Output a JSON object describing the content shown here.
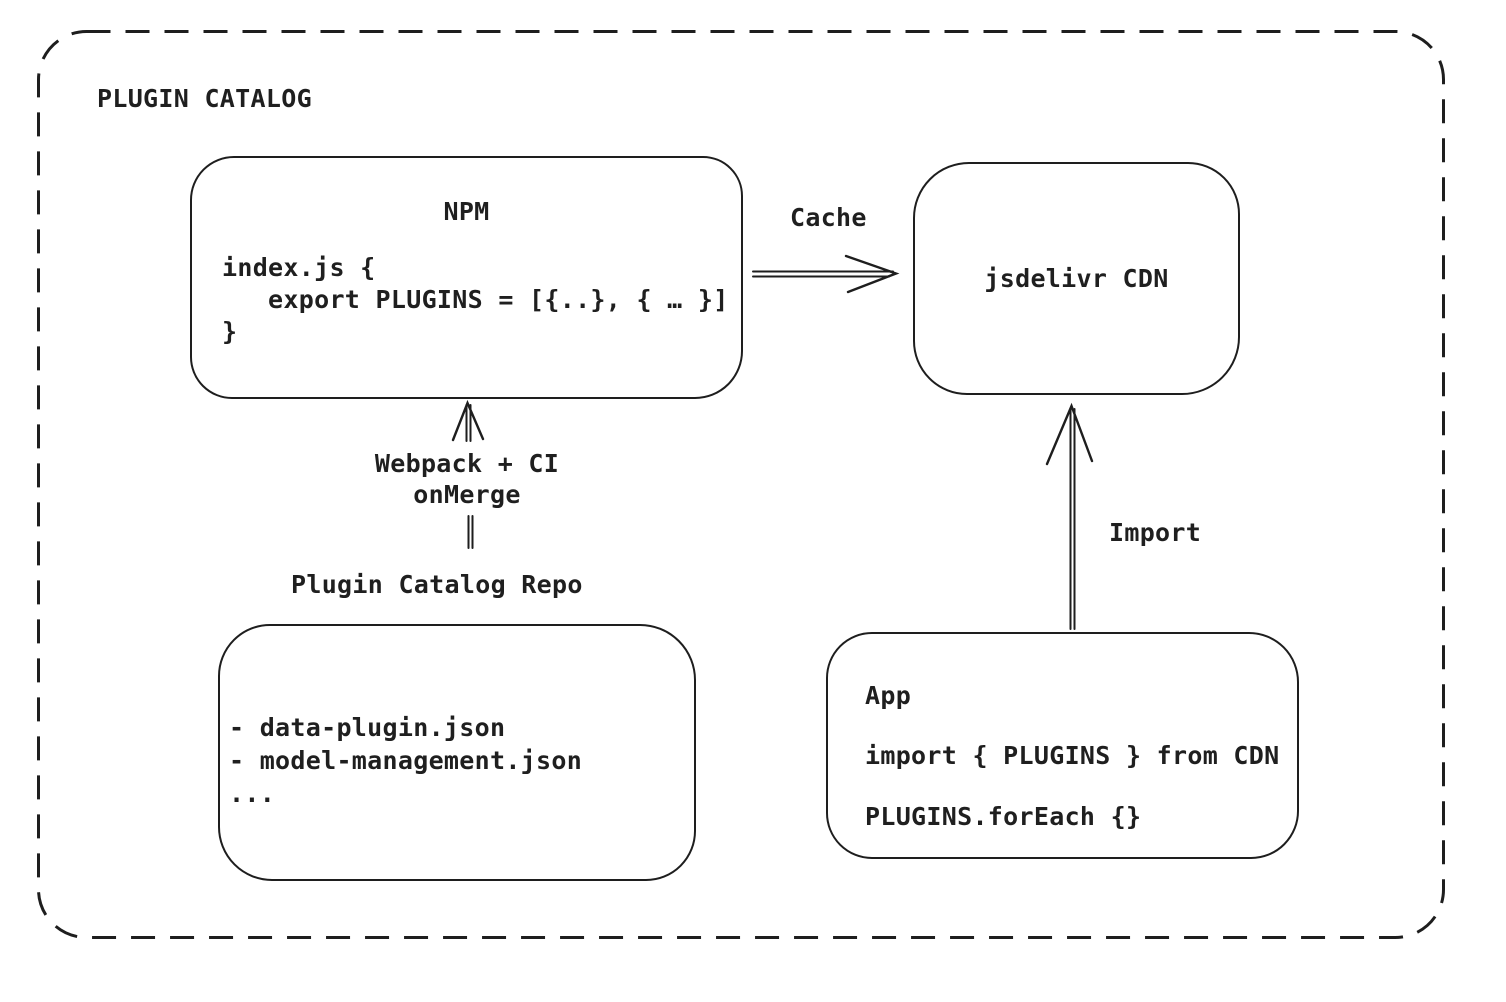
{
  "diagram": {
    "title": "PLUGIN CATALOG"
  },
  "nodes": {
    "npm": {
      "title": "NPM",
      "code": [
        "index.js {",
        "   export PLUGINS = [{..}, { … }]",
        "}"
      ]
    },
    "cdn": {
      "label": "jsdelivr CDN"
    },
    "repo": {
      "title": "Plugin Catalog Repo",
      "files": [
        "- data-plugin.json",
        "- model-management.json",
        "..."
      ]
    },
    "app": {
      "title": "App",
      "code": [
        "import { PLUGINS } from CDN",
        "PLUGINS.forEach {}"
      ]
    }
  },
  "edges": {
    "cache": {
      "label": "Cache"
    },
    "build": {
      "label_line1": "Webpack + CI",
      "label_line2": "onMerge"
    },
    "import": {
      "label": "Import"
    }
  },
  "colors": {
    "ink": "#1e1e1e",
    "background": "#ffffff"
  }
}
